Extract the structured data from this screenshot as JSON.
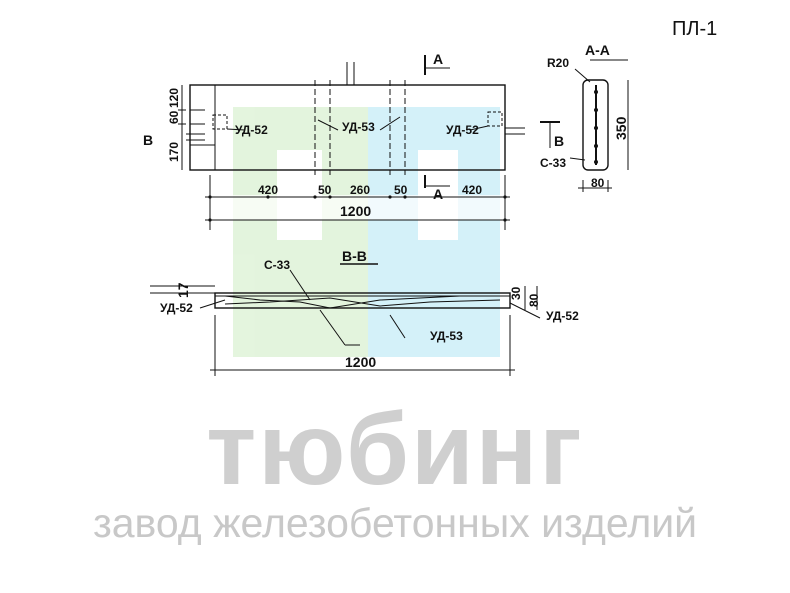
{
  "title": "ПЛ-1",
  "brand": {
    "name": "тюбинг",
    "subtitle": "завод железобетонных изделий",
    "colors": {
      "green": "#dff3d8",
      "blue": "#cdeff8",
      "watermark": "#cccccc"
    }
  },
  "plan": {
    "sections": [
      "A",
      "A",
      "B"
    ],
    "left_dims": [
      "120",
      "60",
      "170"
    ],
    "parts": {
      "ud52_left": "УД-52",
      "ud53": "УД-53",
      "ud52_right": "УД-52"
    },
    "bottom_dims": [
      "420",
      "50",
      "260",
      "50",
      "420"
    ],
    "length": "1200"
  },
  "section_aa": {
    "title": "А-А",
    "radius": "R20",
    "height": "350",
    "width": "80",
    "bar": "С-33"
  },
  "section_bb": {
    "title": "В-В",
    "bar": "С-33",
    "dim_left": "17",
    "ud52_left": "УД-52",
    "ud53": "УД-53",
    "dim_30": "30",
    "dim_80": "80",
    "ud52_right": "УД-52",
    "length": "1200"
  }
}
